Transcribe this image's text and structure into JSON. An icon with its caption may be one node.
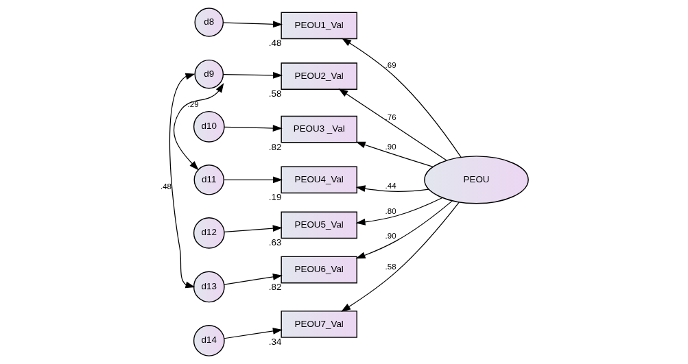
{
  "diagram": {
    "nodes": [
      {
        "text": [
          "d8"
        ]
      },
      {
        "text": [
          "PEOU1_Val"
        ],
        "beside": [
          ".48"
        ]
      },
      {
        "text": [
          "d9"
        ]
      },
      {
        "text": [
          "PEOU2_Val"
        ],
        "beside": [
          ".58"
        ]
      },
      {
        "text": [
          "d10"
        ]
      },
      {
        "text": [
          "PEOU3 _Val"
        ],
        "beside": [
          ".82"
        ]
      },
      {
        "text": [
          "d11"
        ]
      },
      {
        "text": [
          "PEOU4_Val"
        ],
        "beside": [
          ".19"
        ]
      },
      {
        "text": [
          "d12"
        ]
      },
      {
        "text": [
          "PEOU5_Val"
        ],
        "beside": [
          ".63"
        ]
      },
      {
        "text": [
          "d13"
        ]
      },
      {
        "text": [
          "PEOU6_Val"
        ],
        "beside": [
          ".82"
        ]
      },
      {
        "text": [
          "d14"
        ]
      },
      {
        "text": [
          "PEOU7_Val"
        ],
        "beside": [
          ".34"
        ]
      },
      {
        "text": [
          "PEOU"
        ]
      }
    ],
    "edges": [
      {
        "from": 0,
        "to": 1,
        "arrow": "to"
      },
      {
        "from": 2,
        "to": 3,
        "arrow": "to"
      },
      {
        "from": 4,
        "to": 5,
        "arrow": "to"
      },
      {
        "from": 6,
        "to": 7,
        "arrow": "to"
      },
      {
        "from": 8,
        "to": 9,
        "arrow": "to"
      },
      {
        "from": 10,
        "to": 11,
        "arrow": "to"
      },
      {
        "from": 12,
        "to": 13,
        "arrow": "to"
      },
      {
        "from": 14,
        "to": 1,
        "arrow": "to",
        "label": ".69"
      },
      {
        "from": 14,
        "to": 3,
        "arrow": "to",
        "label": ".76"
      },
      {
        "from": 14,
        "to": 5,
        "arrow": "to",
        "label": ".90"
      },
      {
        "from": 14,
        "to": 7,
        "arrow": "to",
        "label": ".44"
      },
      {
        "from": 14,
        "to": 9,
        "arrow": "to",
        "label": ".80"
      },
      {
        "from": 14,
        "to": 11,
        "arrow": "to",
        "label": ".90"
      },
      {
        "from": 14,
        "to": 13,
        "arrow": "to",
        "label": ".58"
      },
      {
        "from": 2,
        "to": 6,
        "arrow": "both",
        "label": ".29"
      },
      {
        "from": 2,
        "to": 10,
        "arrow": "both",
        "label": ".48"
      }
    ]
  }
}
